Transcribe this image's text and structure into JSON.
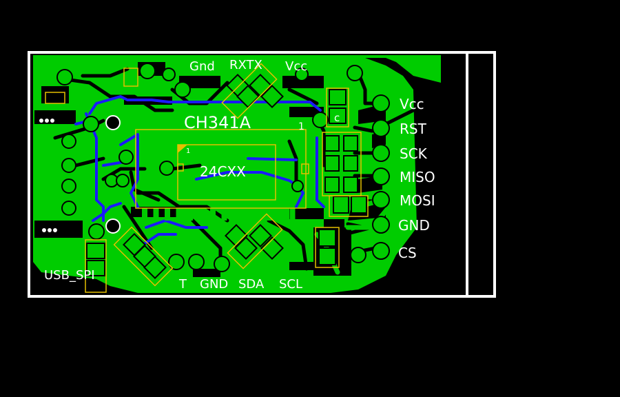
{
  "colors": {
    "background": "#000000",
    "copper_top": "#00cc00",
    "copper_bottom": "#1a1aff",
    "silkscreen": "#ffffff",
    "outline": "#ffffff",
    "component_outline": "#e6c000"
  },
  "components": {
    "ic_main": "CH341A",
    "ic_eeprom": "24CXX",
    "pin1_marker": "1",
    "cap_label": "c",
    "pin_marker_small": "1"
  },
  "header_top": {
    "labels": [
      "Gnd",
      "RXTX",
      "Vcc"
    ]
  },
  "header_right": {
    "labels": [
      "Vcc",
      "RST",
      "SCK",
      "MISO",
      "MOSI",
      "GND",
      "CS"
    ]
  },
  "header_bottom": {
    "labels": [
      "T",
      "GND",
      "SDA",
      "SCL"
    ]
  },
  "board_name": "USB_SPI"
}
